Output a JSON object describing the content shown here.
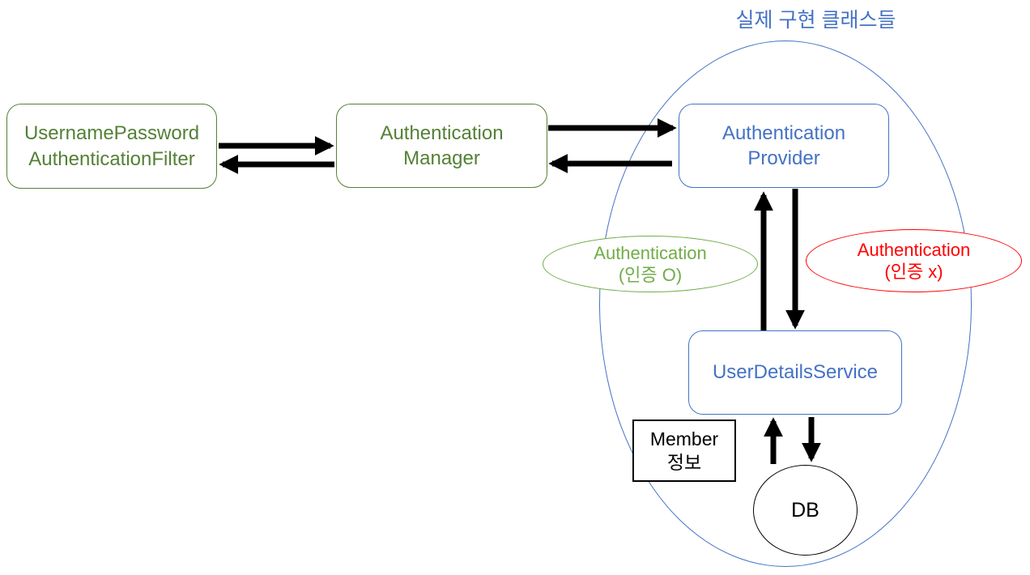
{
  "title": "실제 구현 클래스들",
  "colors": {
    "green": "#538135",
    "light_green": "#70AD47",
    "blue": "#4472C4",
    "red": "#FF0000",
    "black": "#000000",
    "background": "#FFFFFF"
  },
  "nodes": {
    "filter": {
      "line1": "UsernamePassword",
      "line2": "AuthenticationFilter"
    },
    "manager": {
      "line1": "Authentication",
      "line2": "Manager"
    },
    "provider": {
      "line1": "Authentication",
      "line2": "Provider"
    },
    "user_details_service": {
      "label": "UserDetailsService"
    },
    "member_info": {
      "line1": "Member",
      "line2": "정보"
    },
    "db": {
      "label": "DB"
    }
  },
  "labels": {
    "auth_success": {
      "line1": "Authentication",
      "line2": "(인증 O)"
    },
    "auth_fail": {
      "line1": "Authentication",
      "line2": "(인증 x)"
    }
  }
}
